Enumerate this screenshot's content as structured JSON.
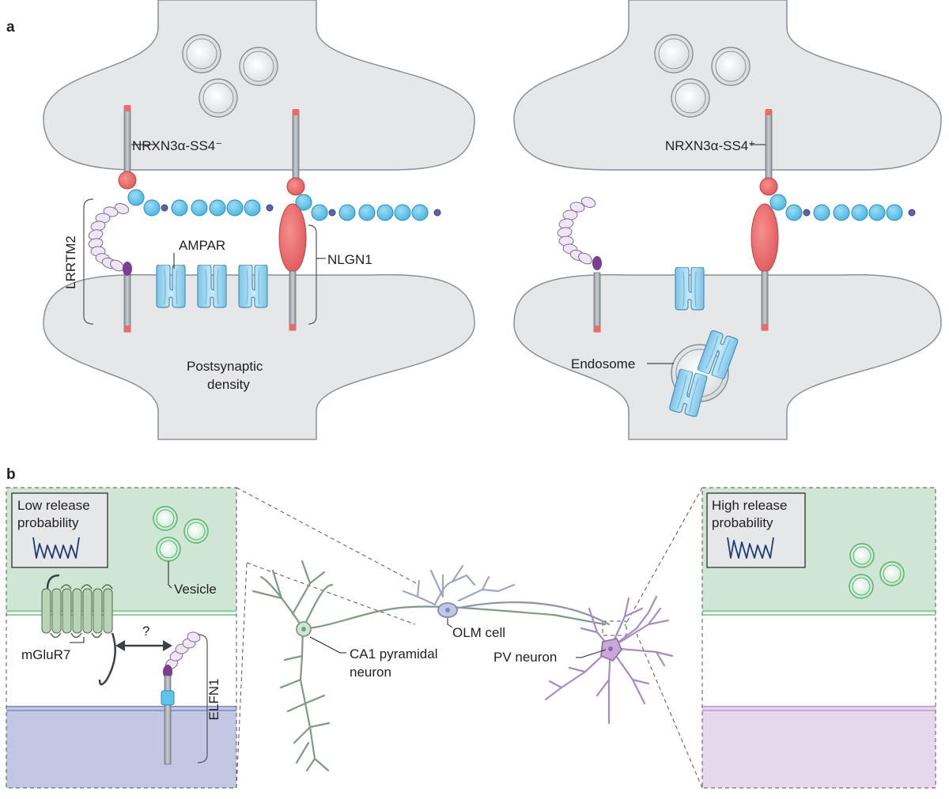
{
  "panels": {
    "a": "a",
    "b": "b"
  },
  "panel_a": {
    "left": {
      "nrxn_label": "NRXN3α-SS4⁻",
      "lrrtm2_label": "LRRTM2",
      "ampar_label": "AMPAR",
      "nlgn1_label": "NLGN1",
      "psd_label_line1": "Postsynaptic",
      "psd_label_line2": "density"
    },
    "right": {
      "nrxn_label": "NRXN3α-SS4⁺",
      "endosome_label": "Endosome"
    }
  },
  "panel_b": {
    "low_box": {
      "line1": "Low release",
      "line2": "probability"
    },
    "high_box": {
      "line1": "High release",
      "line2": "probability"
    },
    "vesicle_label": "Vesicle",
    "mglur7_label": "mGluR7",
    "question_label": "?",
    "elfn1_label": "ELFN1",
    "ca1_label_line1": "CA1 pyramidal",
    "ca1_label_line2": "neuron",
    "olm_label": "OLM cell",
    "pv_label": "PV neuron"
  },
  "colors": {
    "membrane_fill": "#e6e7e8",
    "membrane_stroke": "#8a9099",
    "red_protein": "#ec6a6a",
    "blue_bead": "#5ec4ea",
    "lilac_bead": "#efe6f4",
    "ampar": "#a8daf2",
    "green_fill": "#cfe6d4",
    "green_line": "#8fd1a2",
    "blue_post": "#c2c8e4",
    "lilac_post": "#e6d8ec",
    "purple_neuron": "#a98bc4",
    "green_neuron": "#8fa98f"
  }
}
